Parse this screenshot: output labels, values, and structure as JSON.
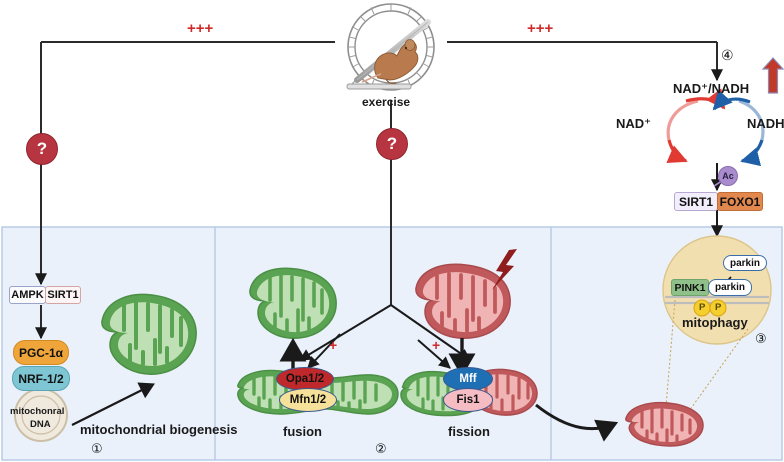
{
  "figure": {
    "title": "Exercise regulation of mitochondrial quality control",
    "type": "biological-pathway-diagram",
    "background": "#ffffff",
    "panel_background": "#eaf1fb",
    "panel_border": "#b8cce8"
  },
  "top": {
    "exercise_label": "exercise",
    "left_plus": "+++",
    "right_plus": "+++",
    "question_left": "?",
    "question_center": "?",
    "step4": "④"
  },
  "nad": {
    "ratio_label": "NAD⁺/NADH",
    "left_label": "NAD⁺",
    "right_label": "NADH",
    "up_arrow_color": "#c0392b",
    "cycle_left_color": "#e03a32",
    "cycle_right_color": "#1f5fa8"
  },
  "sirt_box": {
    "sirt1": "SIRT1",
    "foxo1": "FOXO1",
    "ac": "Ac",
    "sirt1_bg": "#f3eefb",
    "foxo1_bg": "#e2884f",
    "ac_bg": "#a98ccd"
  },
  "panel1": {
    "number": "①",
    "caption": "mitochondrial biogenesis",
    "nodes": [
      {
        "label": "AMPK",
        "bg": "#fbfbfe"
      },
      {
        "label": "SIRT1",
        "bg": "#fdf5f5"
      },
      {
        "label": "PGC-1α",
        "bg": "#efa53a"
      },
      {
        "label": "NRF-1/2",
        "bg": "#7ec6d4"
      }
    ],
    "dna_label_line1": "mitochonral",
    "dna_label_line2": "DNA",
    "dna_bg": "#f0e9dd"
  },
  "panel2": {
    "number": "②",
    "fusion_label": "fusion",
    "fission_label": "fission",
    "fusion_plus": "+",
    "fission_plus": "+",
    "proteins": [
      {
        "label": "Opa1/2",
        "bg": "#c0292b",
        "fg": "#000000"
      },
      {
        "label": "Mfn1/2",
        "bg": "#f5e19a",
        "fg": "#000000"
      },
      {
        "label": "Mff",
        "bg": "#1f6fb5",
        "fg": "#ffffff"
      },
      {
        "label": "Fis1",
        "bg": "#f5bcc4",
        "fg": "#000000"
      }
    ]
  },
  "panel3": {
    "number": "③",
    "mitophagy_label": "mitophagy",
    "pink1": "PINK1",
    "parkin_top": "parkin",
    "parkin_membrane": "parkin",
    "phospho": [
      "P",
      "P"
    ],
    "vesicle_bg": "#f2dfb0",
    "pink1_bg": "#8fc08a",
    "parkin_bg": "#ffffff",
    "phospho_bg": "#f5cf2e"
  },
  "colors": {
    "healthy_mito_outer": "#5aa352",
    "healthy_mito_inner": "#bfe0b4",
    "damaged_mito_outer": "#c0595c",
    "damaged_mito_inner": "#f0b4b4",
    "arrow": "#1a1a1a",
    "red_accent": "#cf2b2b",
    "dark_red": "#b73540"
  }
}
